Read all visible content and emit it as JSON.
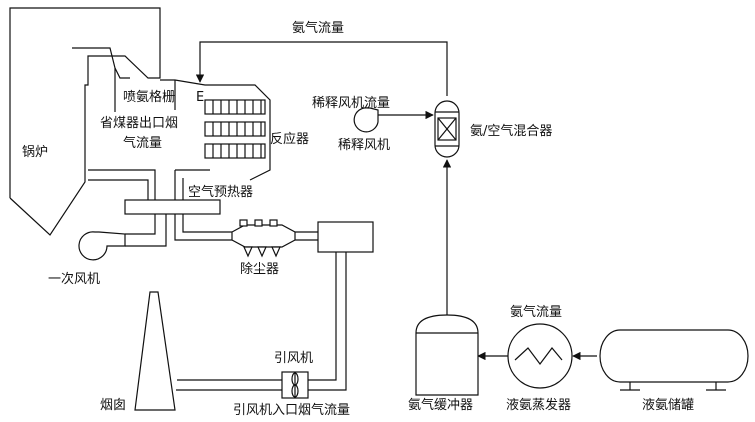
{
  "diagram": {
    "labels": {
      "ammonia_flow_top": "氨气流量",
      "ammonia_grid": "喷氨格栅",
      "grid_marker": "E",
      "boiler": "锅炉",
      "economizer_flow_line1": "省煤器出口烟",
      "economizer_flow_line2": "气流量",
      "reactor": "反应器",
      "dilution_fan_flow": "稀释风机流量",
      "dilution_fan": "稀释风机",
      "mixer": "氨/空气混合器",
      "air_preheater": "空气预热器",
      "primary_fan": "一次风机",
      "dust_collector": "除尘器",
      "chimney": "烟囱",
      "id_fan": "引风机",
      "id_fan_inlet_flow": "引风机入口烟气流量",
      "ammonia_flow_bottom": "氨气流量",
      "ammonia_buffer": "氨气缓冲器",
      "liquid_ammonia_evaporator": "液氨蒸发器",
      "liquid_ammonia_tank": "液氨储罐"
    },
    "colors": {
      "line": "#111111",
      "background": "#ffffff"
    }
  }
}
